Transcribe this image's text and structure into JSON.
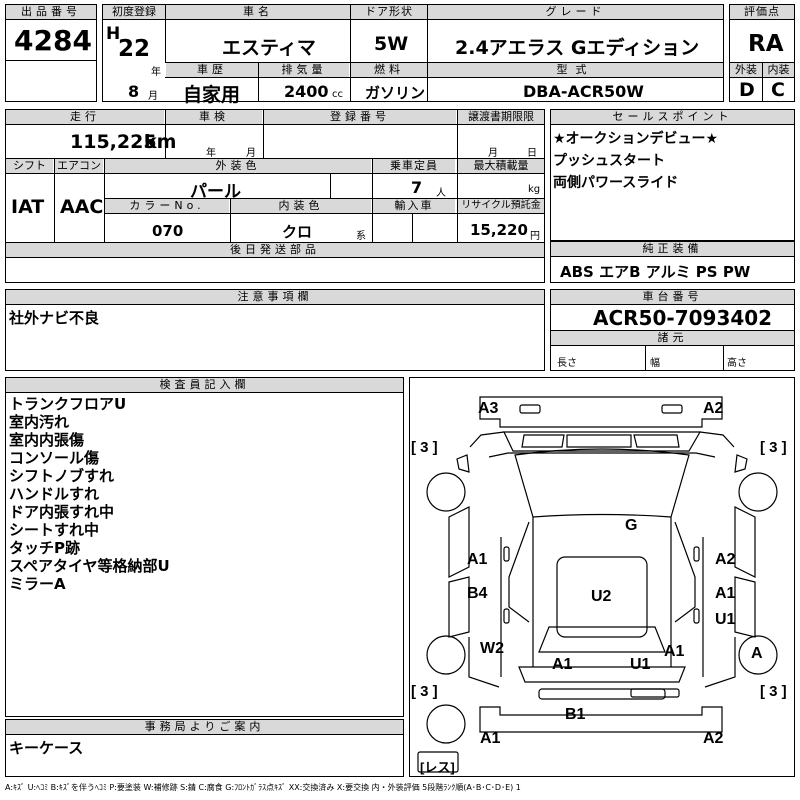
{
  "labels": {
    "lot": "出品番号",
    "first_reg": "初度登録",
    "car_name": "車名",
    "door": "ドア形状",
    "grade": "グレード",
    "score": "評価点",
    "history": "車歴",
    "displacement": "排気量",
    "fuel": "燃料",
    "model": "型式",
    "exterior": "外装",
    "interior": "内装",
    "mileage": "走行",
    "inspection": "車検",
    "reg_no": "登録番号",
    "doc_deadline": "譲渡書期限限",
    "sales_point": "セールスポイント",
    "shift": "シフト",
    "aircon": "エアコン",
    "color": "外装色",
    "capacity": "乗車定員",
    "max_load": "最大積載量",
    "color_no": "カラーNo.",
    "interior_color": "内装色",
    "import": "輸入車",
    "recycle": "リサイクル預託金",
    "later_parts": "後日発送部品",
    "genuine": "純正装備",
    "notes": "注意事項欄",
    "chassis": "車台番号",
    "specs": "諸元",
    "inspector": "検査員記入欄",
    "office": "事務局よりご案内"
  },
  "units": {
    "year": "年",
    "month": "月",
    "cc": "cc",
    "km": "km",
    "kg": "kg",
    "people": "人",
    "yen": "円",
    "kei": "系",
    "insp_year": "年",
    "insp_month": "月",
    "doc_month": "月",
    "doc_day": "日",
    "length": "長さ",
    "width": "幅",
    "height": "高さ"
  },
  "vehicle": {
    "lot_number": "4284",
    "era": "H",
    "reg_year": "22",
    "reg_month": "8",
    "name": "エスティマ",
    "door": "5W",
    "grade": "2.4アエラス Gエディション",
    "score": "RA",
    "history": "自家用",
    "displacement": "2400",
    "fuel": "ガソリン",
    "model_code": "DBA-ACR50W",
    "exterior_grade": "D",
    "interior_grade": "C",
    "mileage": "115,225",
    "shift": "IAT",
    "aircon": "AAC",
    "color": "パール",
    "capacity": "7",
    "color_no": "070",
    "interior_color": "クロ",
    "recycle_fee": "15,220",
    "chassis_no": "ACR50-7093402"
  },
  "sales_points": [
    "★オークションデビュー★",
    "プッシュスタート",
    "両側パワースライド"
  ],
  "equipment": "ABS エアB アルミ PS PW",
  "notes_text": "社外ナビ不良",
  "inspector_notes": [
    "トランクフロアU",
    "室内汚れ",
    "室内内張傷",
    "コンソール傷",
    "シフトノブすれ",
    "ハンドルすれ",
    "ドア内張すれ中",
    "シートすれ中",
    "タッチP跡",
    "スペアタイヤ等格納部U",
    "ミラーA"
  ],
  "office_text": "キーケース",
  "diagram": {
    "marks": {
      "a3": "A3",
      "a2_tr": "A2",
      "g": "G",
      "a1_l": "A1",
      "a2_r": "A2",
      "b4": "B4",
      "u2": "U2",
      "a1_r": "A1",
      "u1_r": "U1",
      "w2": "W2",
      "a1_bl": "A1",
      "u1_b": "U1",
      "a1_br": "A1",
      "a_wheel": "A",
      "b1": "B1",
      "a1_bottom": "A1",
      "a2_bottom": "A2"
    },
    "tire_tl": "[ 3 ]",
    "tire_tr": "[ 3 ]",
    "tire_bl": "[ 3 ]",
    "tire_br": "[ 3 ]",
    "spare": "[レス]"
  },
  "legend": "A:ｷｽﾞ U:ﾍｺﾐ B:ｷｽﾞを伴うﾍｺﾐ P:要塗装 W:補修跡 S:錆 C:腐食 G:ﾌﾛﾝﾄｶﾞﾗｽ点ｷｽﾞ XX:交換済み X:要交換 内・外装評価 5段階ﾗﾝｸ順(A･B･C･D･E) 1"
}
